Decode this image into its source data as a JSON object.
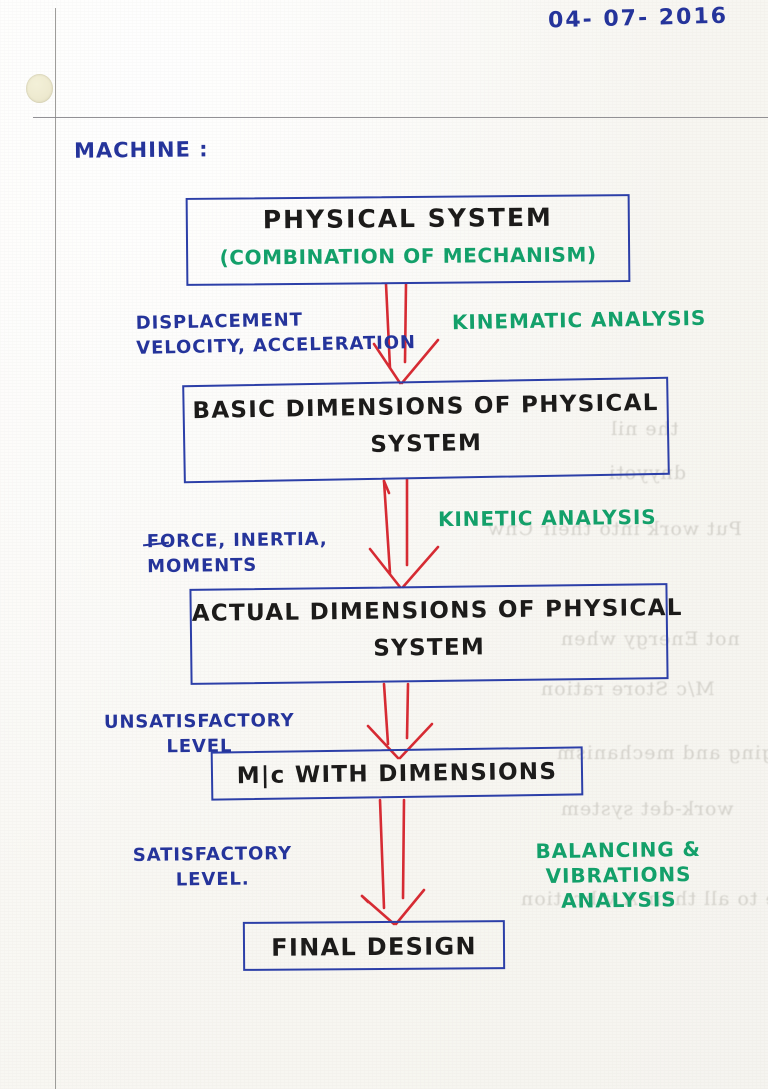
{
  "page": {
    "date": "04- 07- 2016",
    "section_title": "MACHINE :",
    "ink_colors": {
      "black": "#1c1b1a",
      "blue": "#25349b",
      "green": "#13a06a",
      "red": "#d62b33"
    }
  },
  "flowchart": {
    "type": "flowchart",
    "title": "MACHINE :",
    "nodes": [
      {
        "id": "physical-system",
        "line1": "PHYSICAL   SYSTEM",
        "line2": "(COMBINATION  OF  MECHANISM)",
        "line1_color": "black",
        "line2_color": "green"
      },
      {
        "id": "basic-dimensions",
        "line1": "BASIC  DIMENSIONS  OF  PHYSICAL",
        "line2": "SYSTEM",
        "line1_color": "black",
        "line2_color": "black"
      },
      {
        "id": "actual-dimensions",
        "line1": "ACTUAL  DIMENSIONS  OF  PHYSICAL",
        "line2": "SYSTEM",
        "line1_color": "black",
        "line2_color": "black"
      },
      {
        "id": "machine-with-dimensions",
        "line1": "M|c   WITH   DIMENSIONS",
        "line1_color": "black"
      },
      {
        "id": "final-design",
        "line1": "FINAL   DESIGN",
        "line1_color": "black"
      }
    ],
    "edges": [
      {
        "id": "edge-1",
        "from": "physical-system",
        "to": "basic-dimensions",
        "left_label": "DISPLACEMENT\nVELOCITY, ACCELERATION",
        "left_label_color": "blue",
        "right_label": "KINEMATIC ANALYSIS",
        "right_label_color": "green"
      },
      {
        "id": "edge-2",
        "from": "basic-dimensions",
        "to": "actual-dimensions",
        "left_label": "FORCE, INERTIA,\nMOMENTS",
        "left_label_color": "blue",
        "right_label": "KINETIC  ANALYSIS",
        "right_label_color": "green"
      },
      {
        "id": "edge-3",
        "from": "actual-dimensions",
        "to": "machine-with-dimensions",
        "left_label": "UNSATISFACTORY\nLEVEL",
        "left_label_color": "blue",
        "right_label": "",
        "right_label_color": "green"
      },
      {
        "id": "edge-4",
        "from": "machine-with-dimensions",
        "to": "final-design",
        "left_label": "SATISFACTORY\nLEVEL.",
        "left_label_color": "blue",
        "right_label": "BALANCING & VIBRATIONS\nANALYSIS",
        "right_label_color": "green"
      }
    ]
  },
  "bleed_through": [
    "the nil",
    "dnyyoti",
    "Put work into their Cnw",
    "not Energy when",
    "M/c  Store  ration",
    "ging and mechanism",
    "work-det  system",
    "have to all their A vibration"
  ]
}
